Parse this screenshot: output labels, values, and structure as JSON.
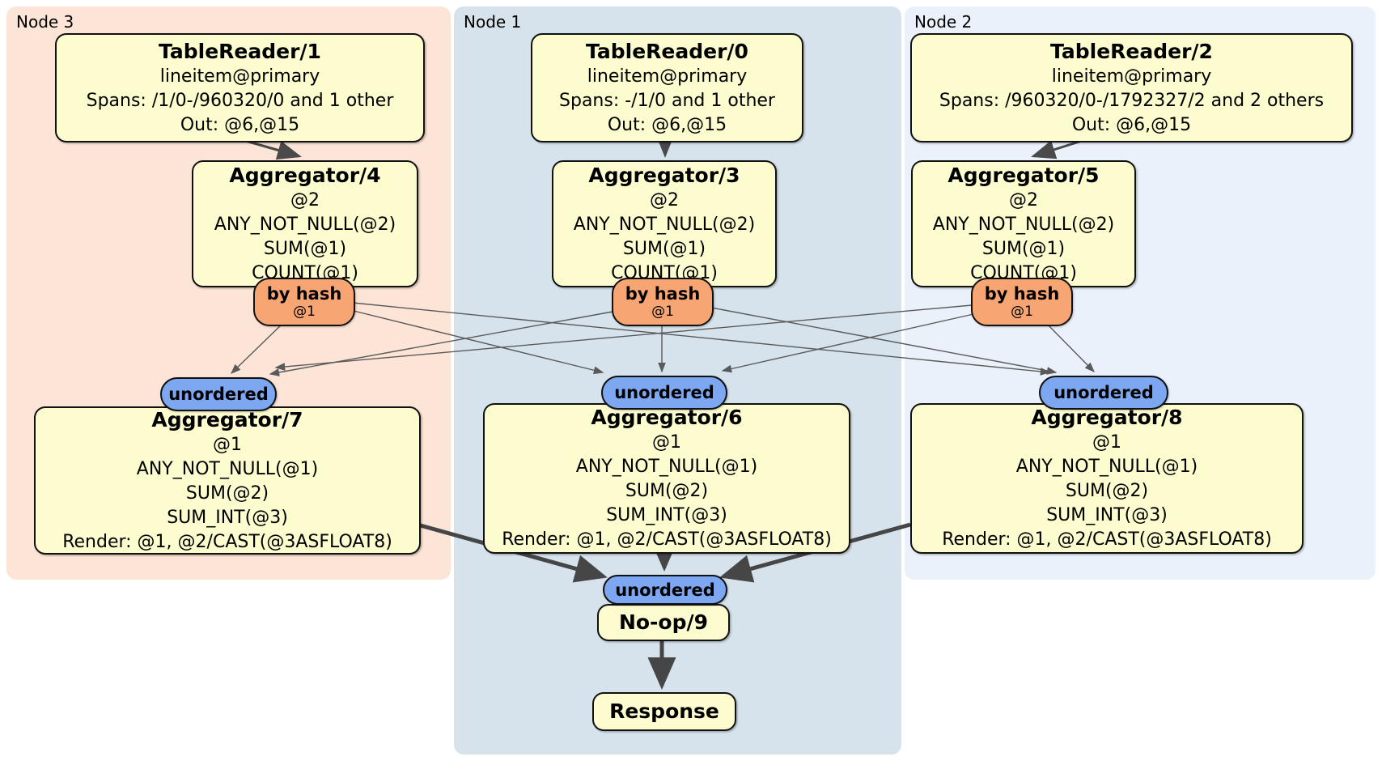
{
  "nodes": [
    {
      "label": "Node 3"
    },
    {
      "label": "Node 1"
    },
    {
      "label": "Node 2"
    }
  ],
  "processors": {
    "tr1": {
      "title": "TableReader/1",
      "lines": [
        "lineitem@primary",
        "Spans: /1/0-/960320/0 and 1 other",
        "Out: @6,@15"
      ]
    },
    "tr0": {
      "title": "TableReader/0",
      "lines": [
        "lineitem@primary",
        "Spans: -/1/0 and 1 other",
        "Out: @6,@15"
      ]
    },
    "tr2": {
      "title": "TableReader/2",
      "lines": [
        "lineitem@primary",
        "Spans: /960320/0-/1792327/2 and 2 others",
        "Out: @6,@15"
      ]
    },
    "agg4": {
      "title": "Aggregator/4",
      "lines": [
        "@2",
        "ANY_NOT_NULL(@2)",
        "SUM(@1)",
        "COUNT(@1)"
      ]
    },
    "agg3": {
      "title": "Aggregator/3",
      "lines": [
        "@2",
        "ANY_NOT_NULL(@2)",
        "SUM(@1)",
        "COUNT(@1)"
      ]
    },
    "agg5": {
      "title": "Aggregator/5",
      "lines": [
        "@2",
        "ANY_NOT_NULL(@2)",
        "SUM(@1)",
        "COUNT(@1)"
      ]
    },
    "agg7": {
      "title": "Aggregator/7",
      "lines": [
        "@1",
        "ANY_NOT_NULL(@1)",
        "SUM(@2)",
        "SUM_INT(@3)",
        "Render: @1, @2/CAST(@3ASFLOAT8)"
      ]
    },
    "agg6": {
      "title": "Aggregator/6",
      "lines": [
        "@1",
        "ANY_NOT_NULL(@1)",
        "SUM(@2)",
        "SUM_INT(@3)",
        "Render: @1, @2/CAST(@3ASFLOAT8)"
      ]
    },
    "agg8": {
      "title": "Aggregator/8",
      "lines": [
        "@1",
        "ANY_NOT_NULL(@1)",
        "SUM(@2)",
        "SUM_INT(@3)",
        "Render: @1, @2/CAST(@3ASFLOAT8)"
      ]
    },
    "noop": {
      "title": "No-op/9"
    },
    "response": {
      "title": "Response"
    }
  },
  "router": {
    "label": "by hash",
    "detail": "@1"
  },
  "sync": {
    "label": "unordered"
  },
  "colors": {
    "canvas_bg": "#ffffff",
    "node3_bg": "#fce4d6",
    "node1_bg": "#d6e3ec",
    "node2_bg": "#eaf1fa",
    "box_bg": "#fdfccf",
    "box_border": "#111111",
    "router_bg": "#f7a673",
    "sync_bg": "#7da7f0",
    "edge_thin": "#5a5a5a",
    "edge_med": "#4a4a4a",
    "edge_thick": "#464646",
    "label_color": "#000000"
  }
}
